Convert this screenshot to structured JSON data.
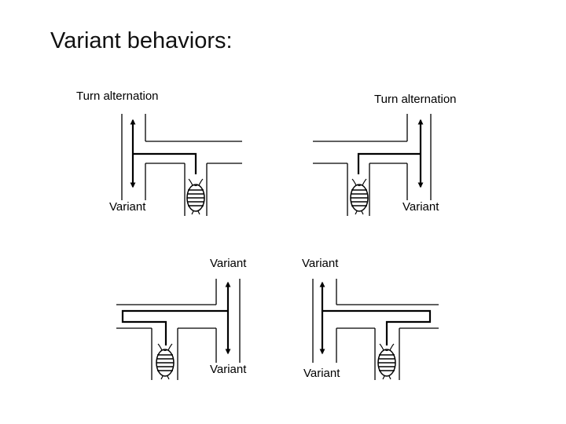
{
  "slide": {
    "title": "Variant behaviors:"
  },
  "panels": [
    {
      "id": "top-left",
      "labels": {
        "top": "Turn alternation",
        "bottom": "Variant"
      }
    },
    {
      "id": "top-right",
      "labels": {
        "top": "Turn alternation",
        "bottom": "Variant"
      }
    },
    {
      "id": "bottom-left",
      "labels": {
        "top": "Variant",
        "bottom": "Variant"
      }
    },
    {
      "id": "bottom-right",
      "labels": {
        "top": "Variant",
        "bottom": "Variant"
      }
    }
  ],
  "icons": {
    "animal": "isopod-icon"
  },
  "colors": {
    "line": "#000000",
    "background": "#ffffff"
  }
}
